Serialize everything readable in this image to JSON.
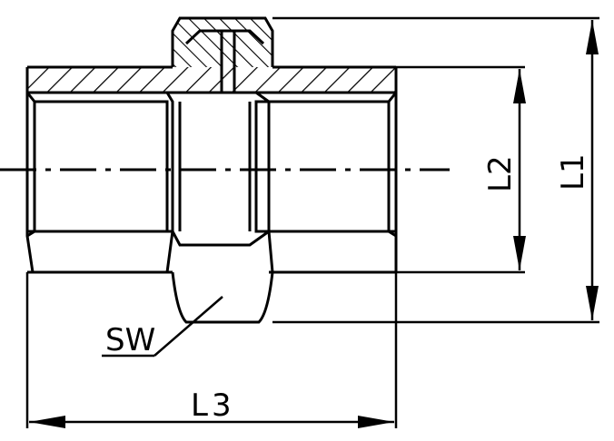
{
  "drawing": {
    "labels": {
      "sw": "SW",
      "l1": "L1",
      "l2": "L2",
      "l3": "L3"
    },
    "colors": {
      "line": "#000000",
      "background": "#ffffff"
    }
  }
}
